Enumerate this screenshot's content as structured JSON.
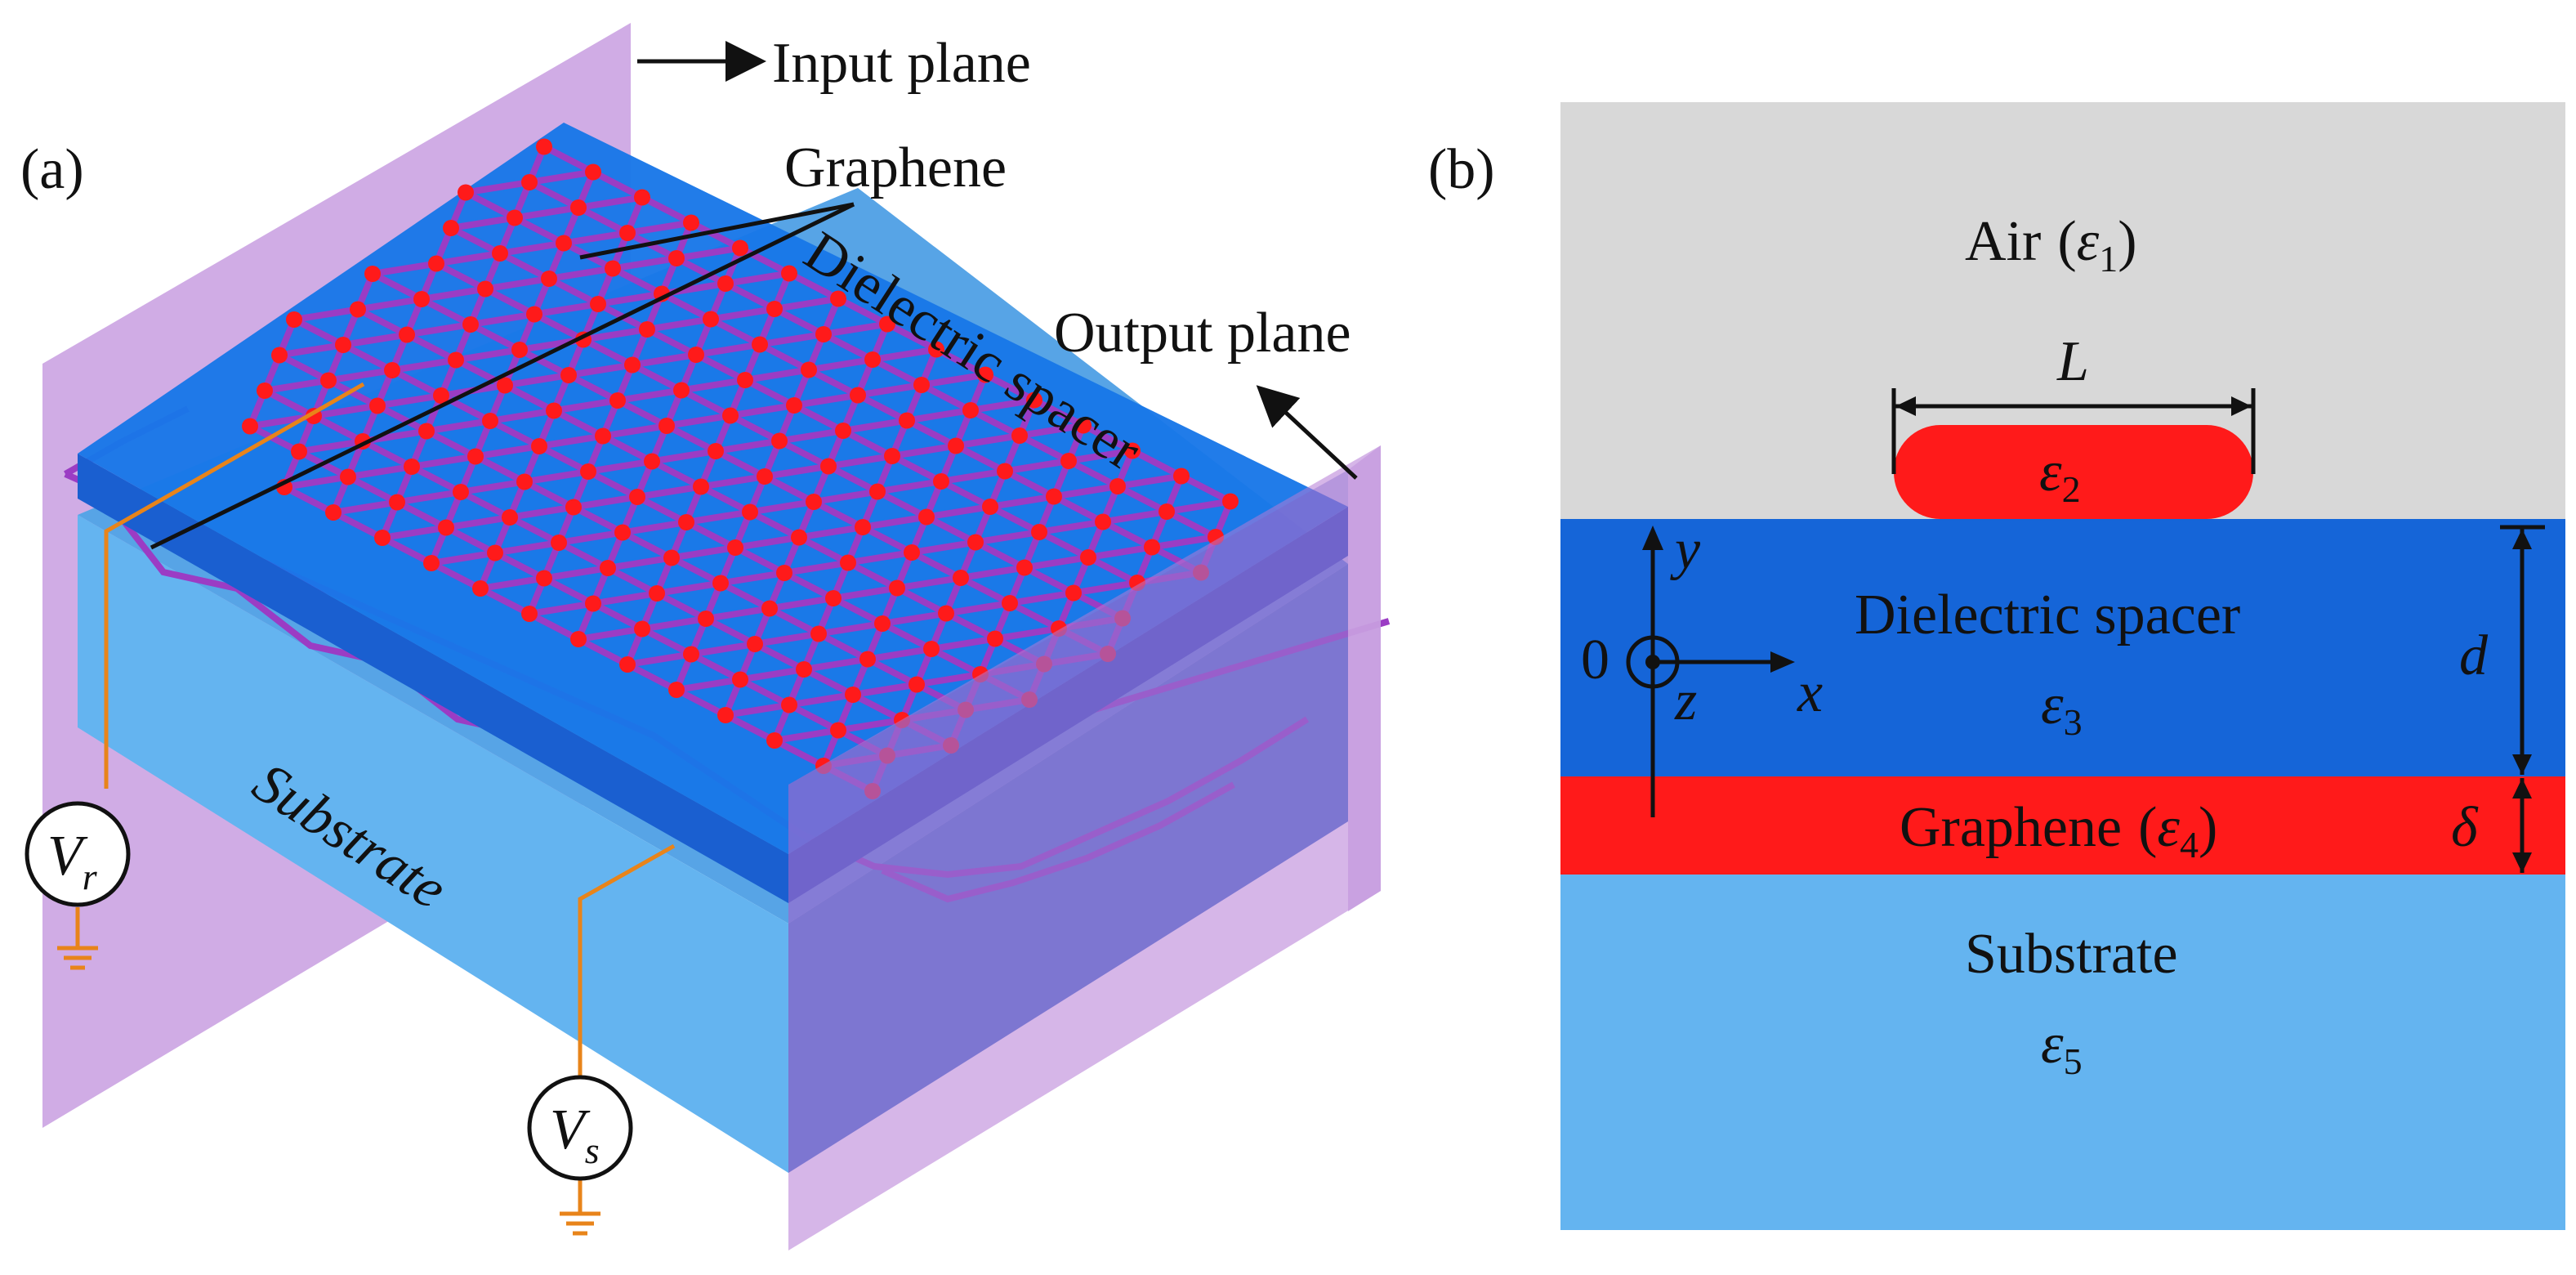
{
  "panel_a": {
    "panel_label": "(a)",
    "labels": {
      "input_plane": "Input plane",
      "graphene": "Graphene",
      "output_plane": "Output plane",
      "dielectric_spacer": "Dielectric spacer",
      "substrate": "Substrate"
    },
    "voltage_sources": [
      {
        "symbol": "V",
        "subscript": "r"
      },
      {
        "symbol": "V",
        "subscript": "s"
      }
    ]
  },
  "panel_b": {
    "panel_label": "(b)",
    "layers": {
      "air": {
        "name": "Air",
        "symbol": "ε",
        "subscript": "1"
      },
      "ribbon": {
        "symbol": "ε",
        "subscript": "2",
        "width_label": "L"
      },
      "spacer": {
        "name": "Dielectric spacer",
        "symbol": "ε",
        "subscript": "3",
        "thickness_label": "d"
      },
      "graphene": {
        "name": "Graphene",
        "symbol": "ε",
        "subscript": "4",
        "thickness_label": "δ"
      },
      "substrate": {
        "name": "Substrate",
        "symbol": "ε",
        "subscript": "5"
      }
    },
    "axes": {
      "origin": "0",
      "x": "x",
      "y": "y",
      "z": "z"
    }
  },
  "colors": {
    "plane": "#c89ee0",
    "spacer": "#1565d8",
    "substrate": "#64b4f0",
    "graphene": "#ff1a1a",
    "bond": "#9b3cc4",
    "air": "#d8d8d8",
    "wire": "#e8841a"
  }
}
